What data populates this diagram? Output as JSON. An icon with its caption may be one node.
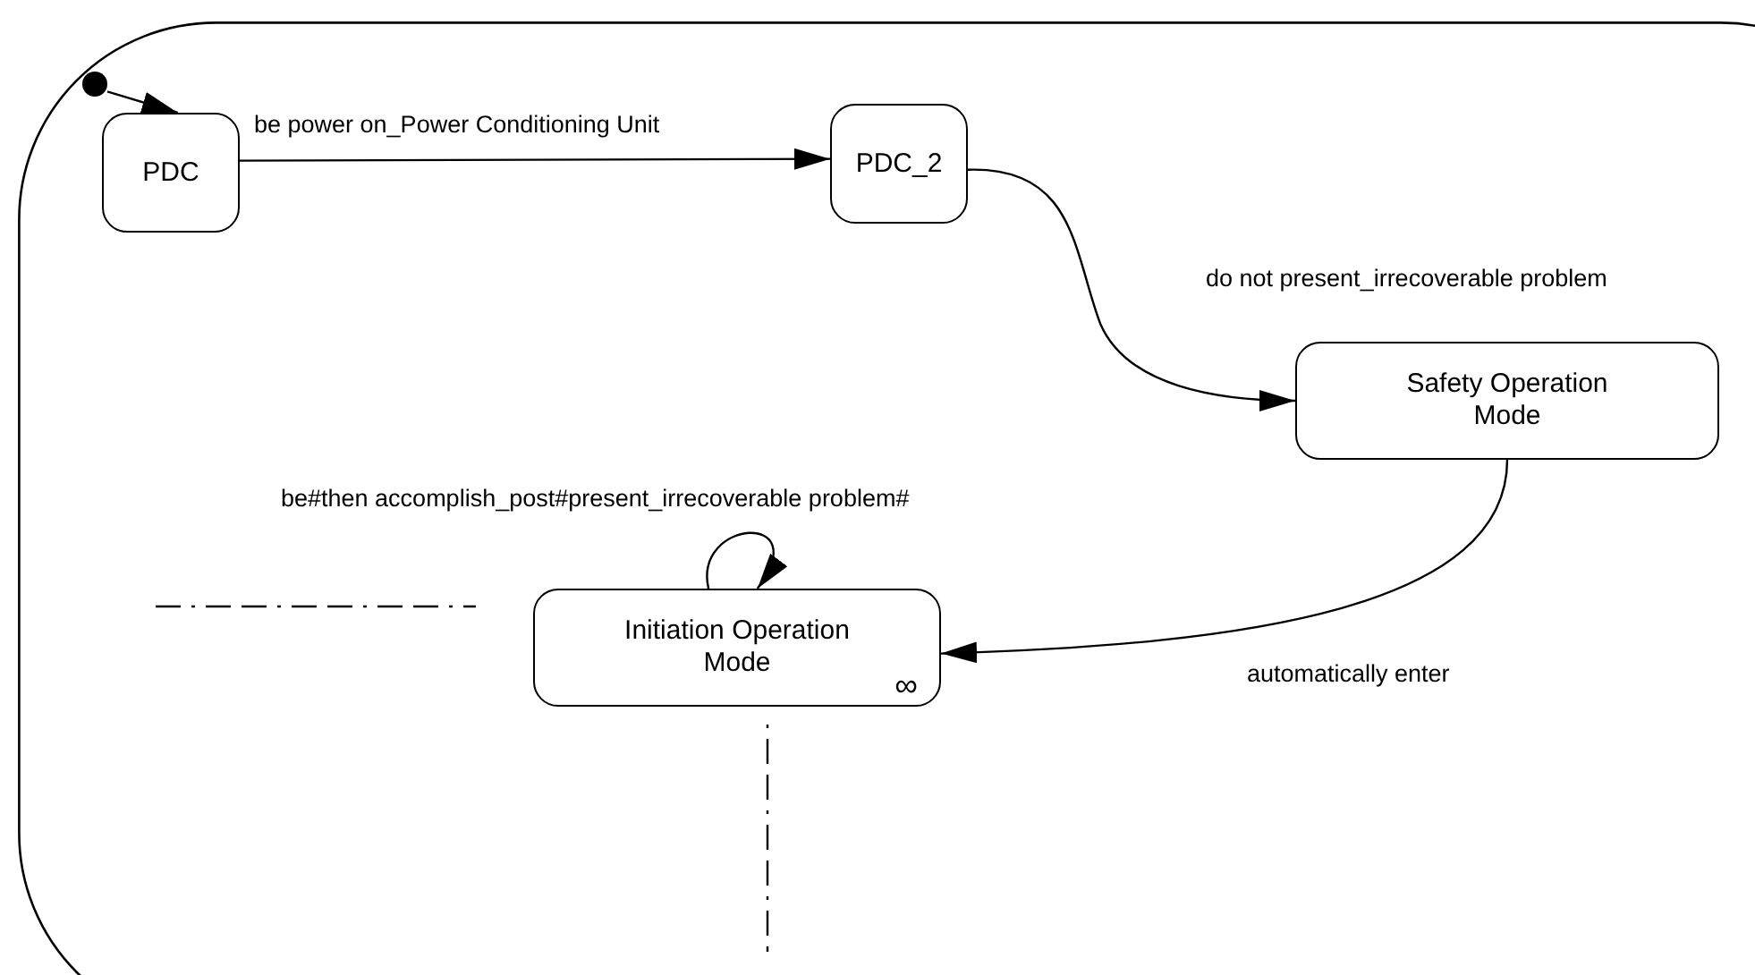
{
  "diagram": {
    "nodes": [
      {
        "text": [],
        "shape": "box"
      },
      {
        "text": [],
        "shape": "circle",
        "in": 0
      },
      {
        "text": [
          "PDC"
        ],
        "in": 0
      },
      {
        "text": [
          "PDC_2"
        ],
        "in": 0
      },
      {
        "text": [
          "Safety Operation Mode"
        ],
        "in": 0
      },
      {
        "text": [
          "Initiation Operation Mode",
          "∞"
        ],
        "in": 0
      }
    ],
    "edges": [
      {
        "from": 1,
        "to": 2,
        "arrow": "to"
      },
      {
        "from": 2,
        "to": 3,
        "arrow": "to",
        "label": "be power on_Power Conditioning Unit"
      },
      {
        "from": 3,
        "to": 4,
        "arrow": "to",
        "label": "do not present_irrecoverable problem"
      },
      {
        "from": 4,
        "to": 5,
        "arrow": "to",
        "label": "automatically enter"
      },
      {
        "from": 5,
        "to": 5,
        "arrow": "to",
        "label": "be#then accomplish_post#present_irrecoverable problem#"
      }
    ]
  }
}
